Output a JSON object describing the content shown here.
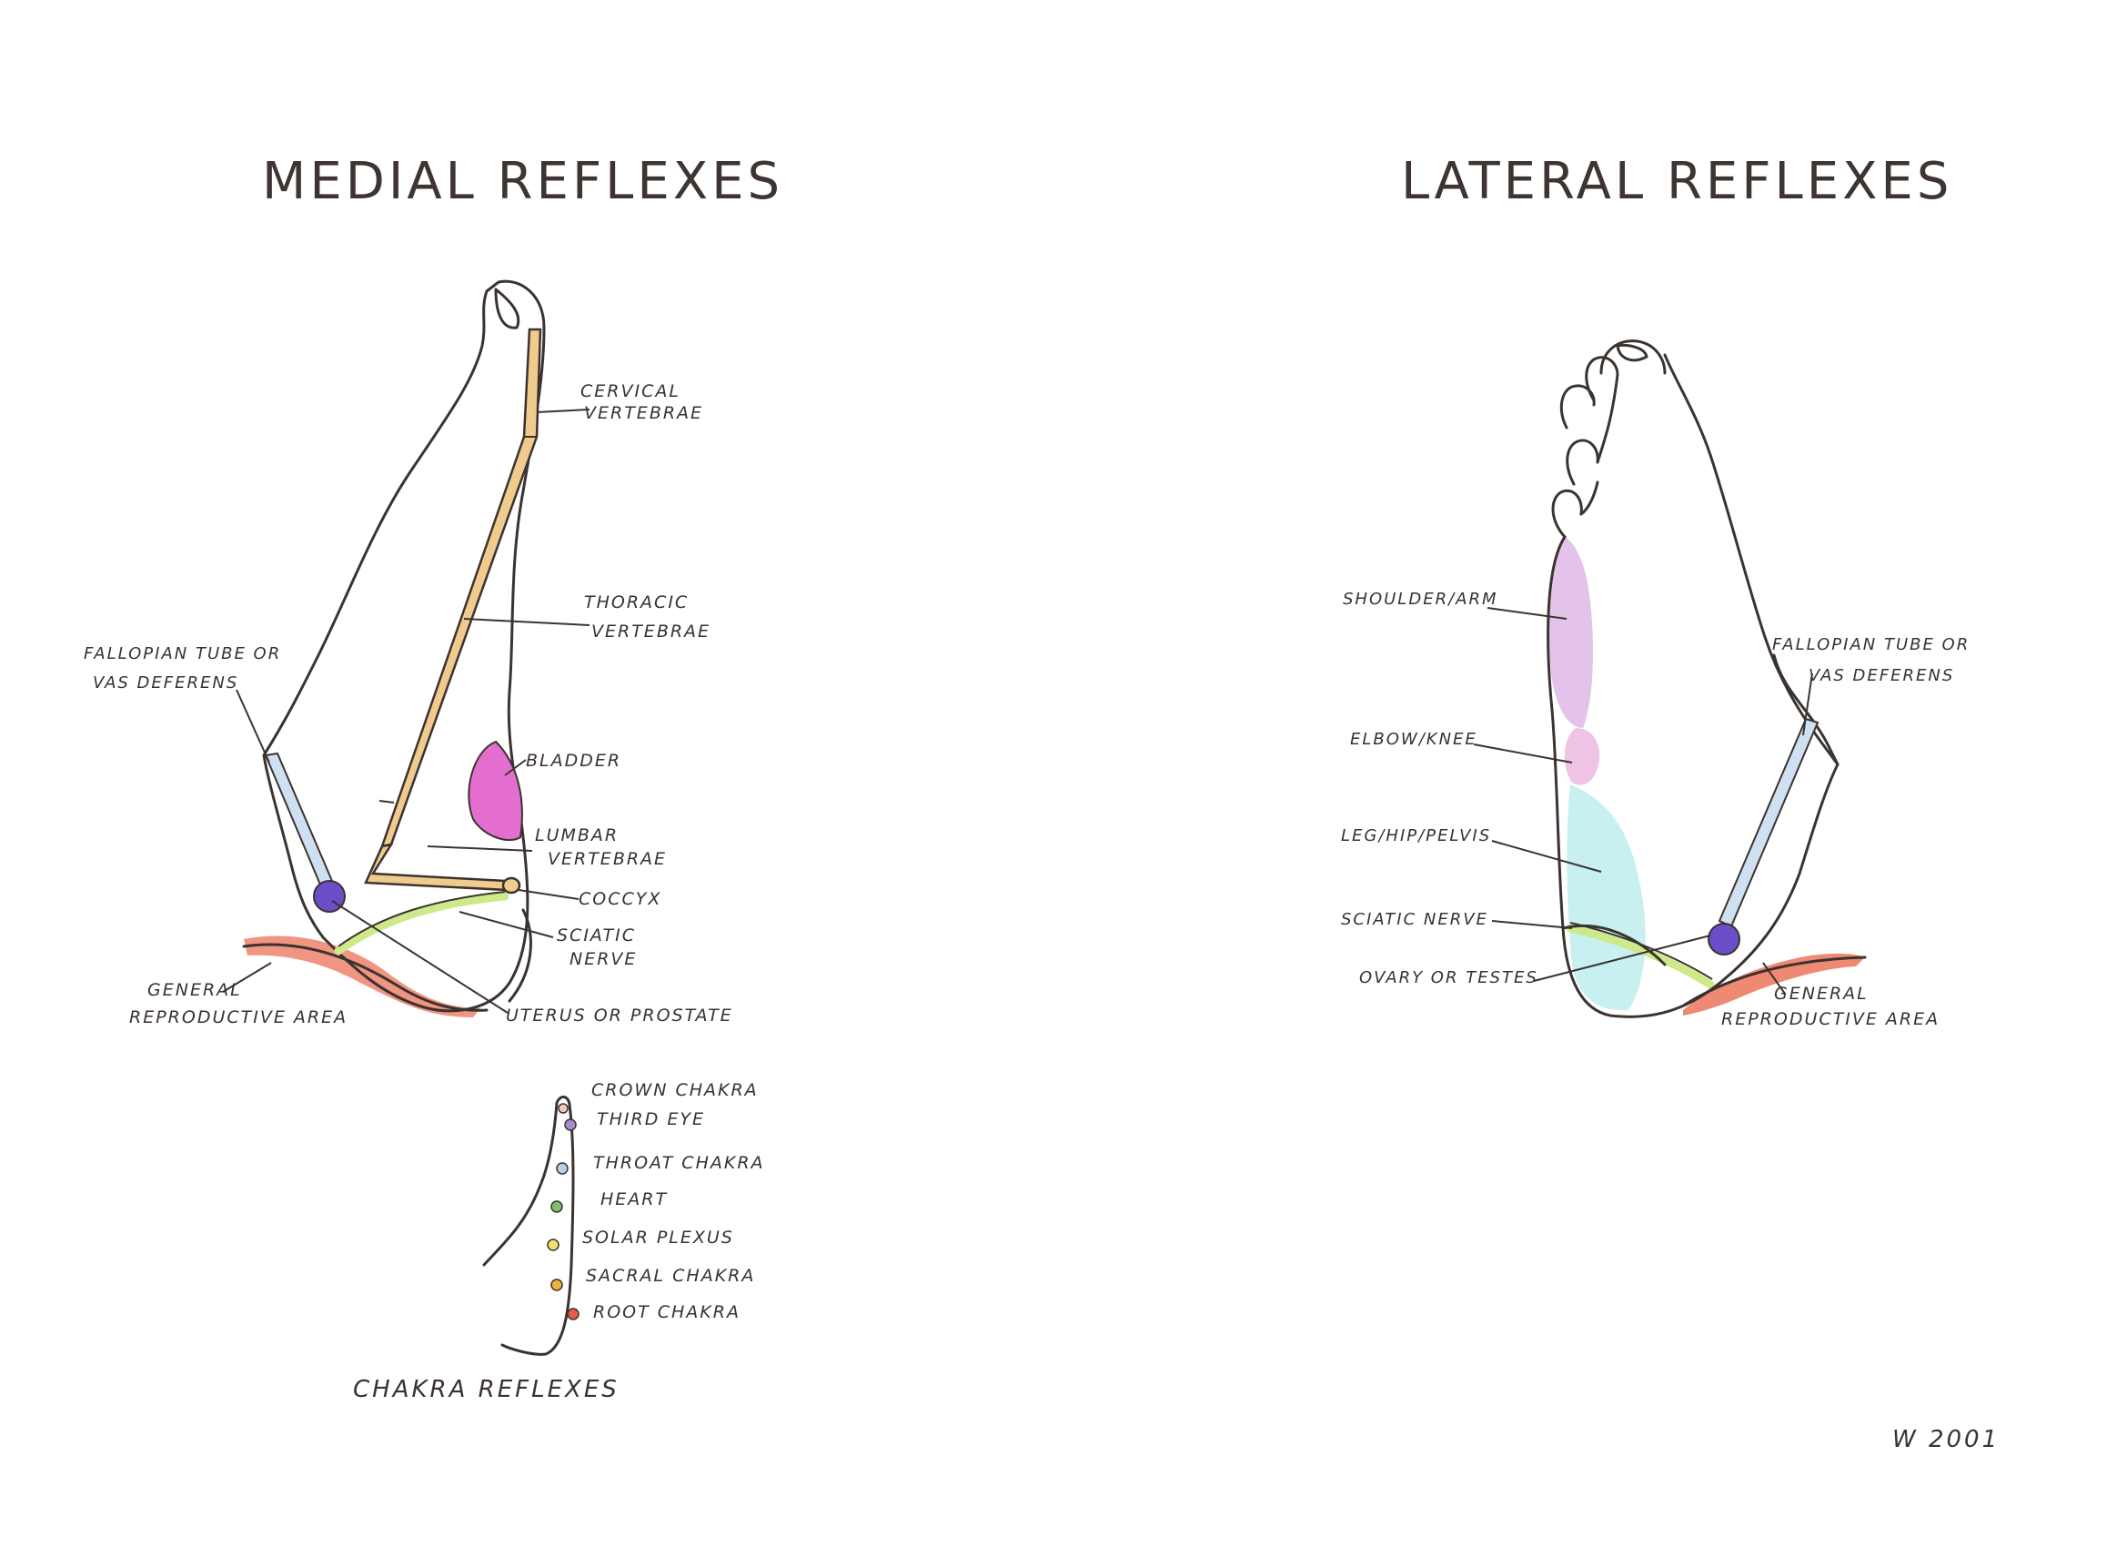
{
  "medial": {
    "title": "MEDIAL REFLEXES",
    "labels": {
      "cervical_1": "CERVICAL",
      "cervical_2": "VERTEBRAE",
      "thoracic_1": "THORACIC",
      "thoracic_2": "VERTEBRAE",
      "fallopian_1": "FALLOPIAN TUBE OR",
      "fallopian_2": "VAS DEFERENS",
      "bladder": "BLADDER",
      "lumbar_1": "LUMBAR",
      "lumbar_2": "VERTEBRAE",
      "coccyx": "COCCYX",
      "sciatic_1": "SCIATIC",
      "sciatic_2": "NERVE",
      "reproductive_1": "GENERAL",
      "reproductive_2": "REPRODUCTIVE AREA",
      "uterus": "UTERUS OR PROSTATE"
    }
  },
  "lateral": {
    "title": "LATERAL REFLEXES",
    "labels": {
      "shoulder": "SHOULDER/ARM",
      "elbow": "ELBOW/KNEE",
      "leg": "LEG/HIP/PELVIS",
      "sciatic": "SCIATIC NERVE",
      "ovary": "OVARY OR TESTES",
      "fallopian_1": "FALLOPIAN TUBE OR",
      "fallopian_2": "VAS DEFERENS",
      "reproductive_1": "GENERAL",
      "reproductive_2": "REPRODUCTIVE AREA"
    }
  },
  "chakra": {
    "title": "CHAKRA REFLEXES",
    "items": [
      {
        "label": "CROWN CHAKRA",
        "color": "#f3c8c0"
      },
      {
        "label": "THIRD EYE",
        "color": "#a58ad0"
      },
      {
        "label": "THROAT CHAKRA",
        "color": "#b9cde8"
      },
      {
        "label": "HEART",
        "color": "#7fc06a"
      },
      {
        "label": "SOLAR PLEXUS",
        "color": "#f0e070"
      },
      {
        "label": "SACRAL CHAKRA",
        "color": "#f2b040"
      },
      {
        "label": "ROOT CHAKRA",
        "color": "#e85a4a"
      }
    ]
  },
  "signature": "W 2001",
  "colors": {
    "spine": "#f1cb8e",
    "bladder": "#e36ed0",
    "fallopian_tube": "#cfe0f2",
    "nodule": "#6a4fc8",
    "sciatic_nerve": "#cde98a",
    "reproductive": "#ee8a74",
    "shoulder": "#e4c3ea",
    "elbow": "#efc3e6",
    "leg": "#c8f0f0",
    "ink": "#3b3330"
  }
}
